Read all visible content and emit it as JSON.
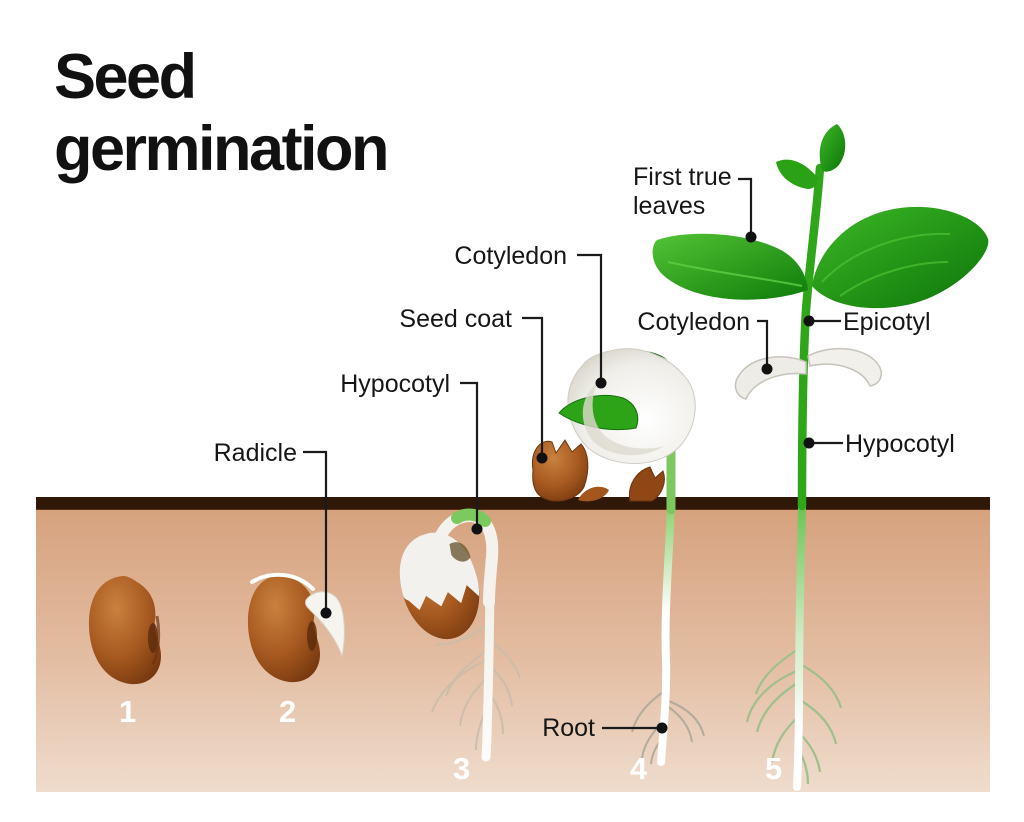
{
  "title": {
    "text": "Seed germination",
    "line1": "Seed",
    "line2": "germination"
  },
  "labels": {
    "first_true_leaves": "First true leaves",
    "cotyledon_stage4": "Cotyledon",
    "seed_coat": "Seed coat",
    "hypocotyl_stage3": "Hypocotyl",
    "cotyledon_stage5": "Cotyledon",
    "epicotyl": "Epicotyl",
    "hypocotyl_stage5": "Hypocotyl",
    "radicle": "Radicle",
    "root": "Root"
  },
  "stage_numbers": [
    "1",
    "2",
    "3",
    "4",
    "5"
  ],
  "colors": {
    "background": "#ffffff",
    "title_text": "#111111",
    "label_text": "#161616",
    "leader_line": "#1a1a1a",
    "soil_surface_line": "#2f1808",
    "soil_top": "#d5a07b",
    "soil_bottom": "#efdccd",
    "seed_brown": "#a85a20",
    "seed_brown_dark": "#76380f",
    "leaf_green": "#2ba215",
    "leaf_green_dark": "#0e7c09",
    "stem_green": "#2fa519",
    "sprout_green": "#7cc95f",
    "cotyledon_white": "#f2f1ec",
    "root_white": "#f6f4ef",
    "stage_number_text": "#ffffff"
  }
}
